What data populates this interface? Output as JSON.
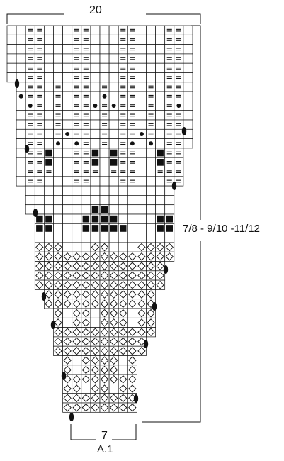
{
  "diagram": {
    "name": "A.1",
    "top_stitch_count": "20",
    "bottom_stitch_count": "7",
    "size_label": "7/8 - 9/10 -11/12"
  },
  "legend_symbols": [
    "knit",
    "purl",
    "oval-decrease",
    "dot",
    "filled-square",
    "diamond"
  ]
}
